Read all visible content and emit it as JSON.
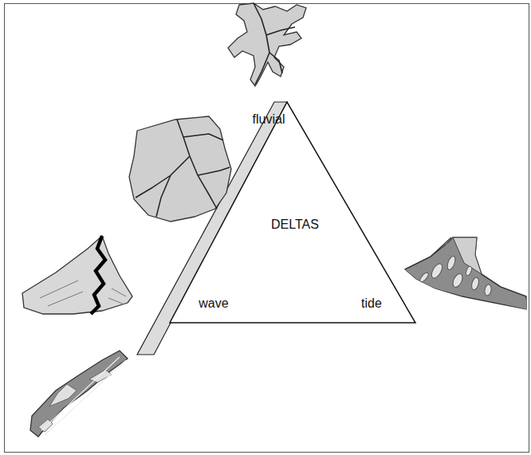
{
  "diagram": {
    "nodes": [
      {
        "text": [
          "fluvial",
          "DELTAS",
          "wave",
          "tide"
        ]
      }
    ]
  }
}
